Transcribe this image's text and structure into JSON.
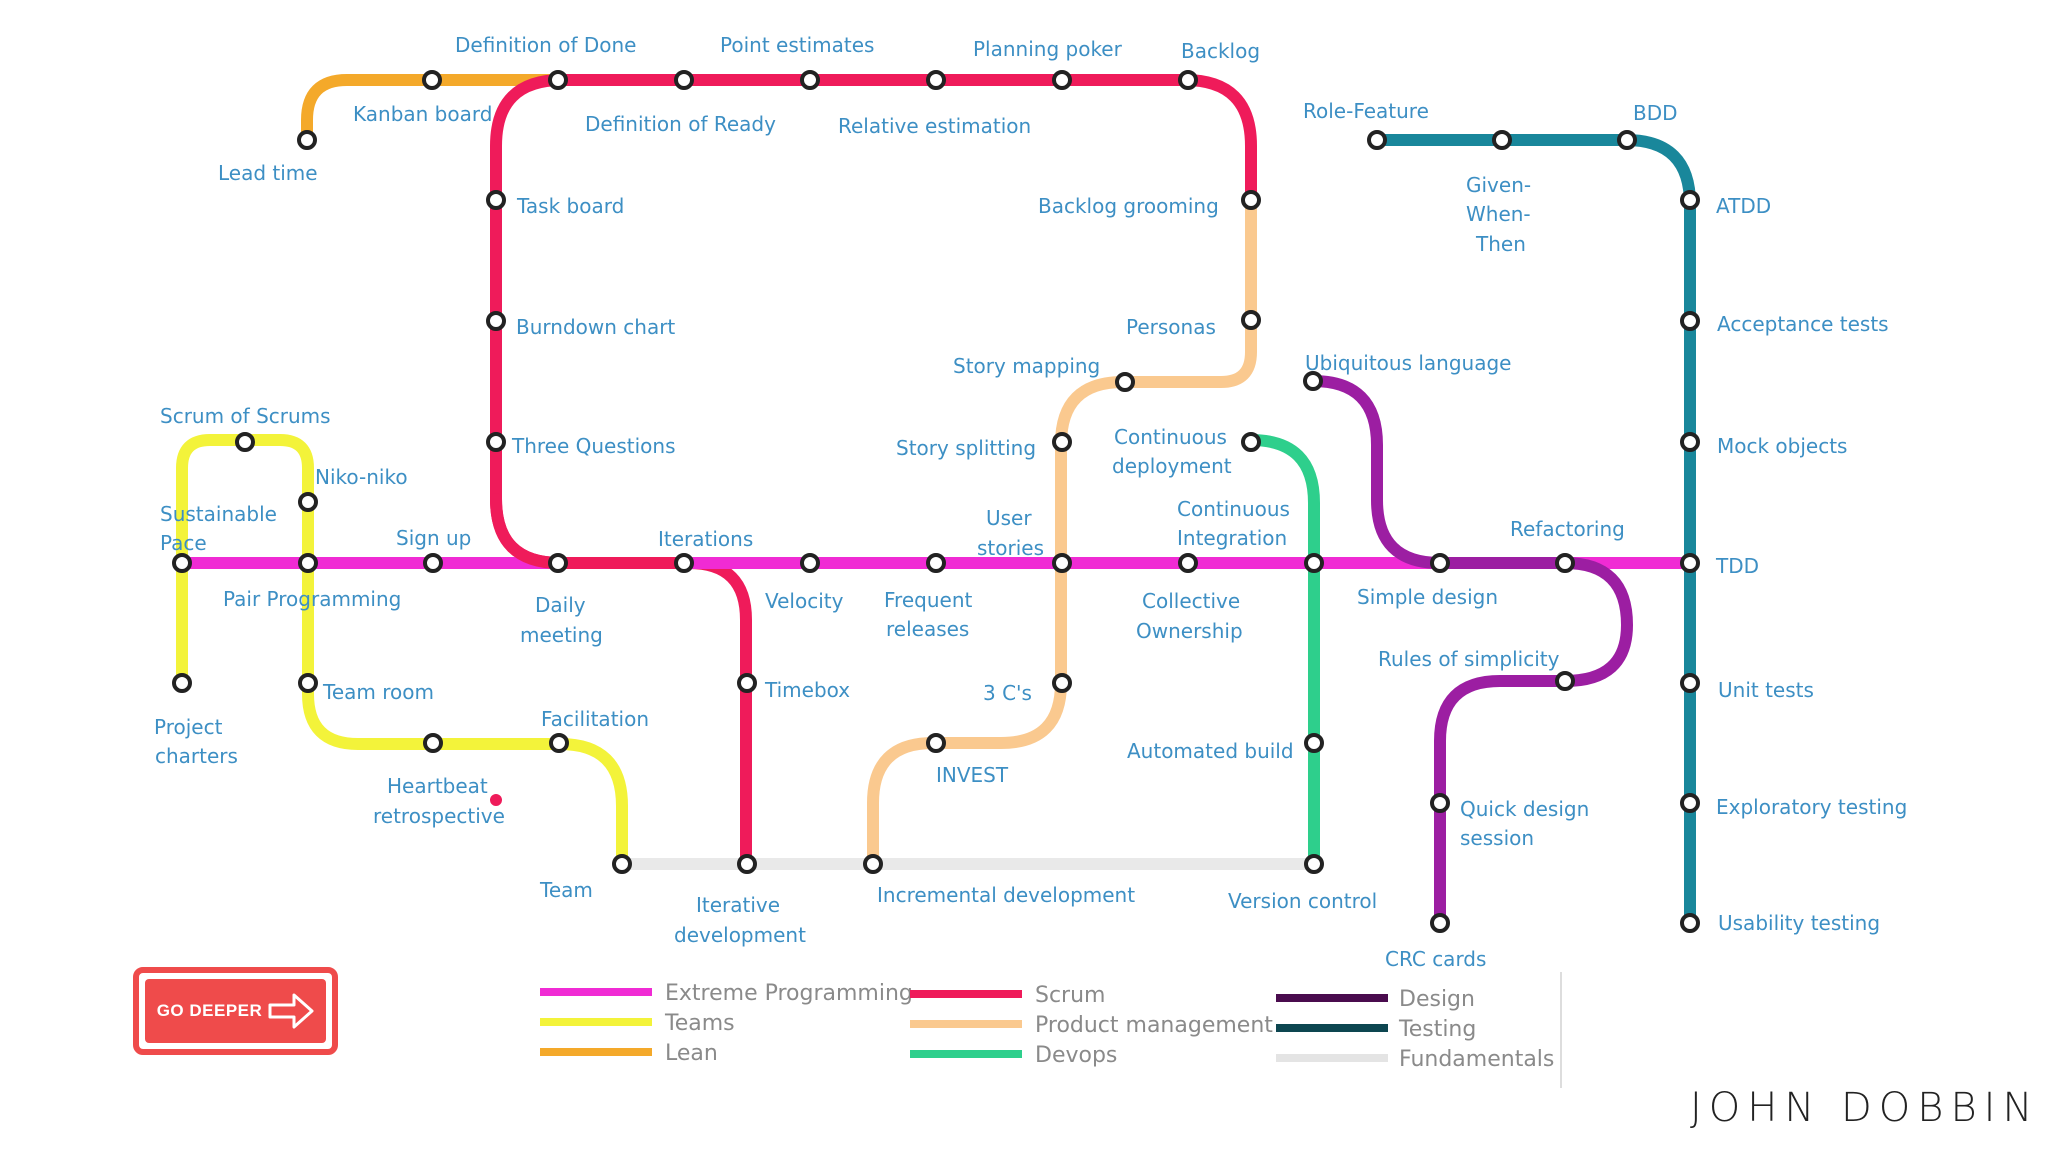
{
  "title": "",
  "author": "JOHN DOBBIN",
  "button": {
    "label": "GO DEEPER"
  },
  "colors": {
    "extreme_programming": "#f02bd4",
    "teams": "#f3f33a",
    "lean": "#f4a92a",
    "scrum": "#ef1b5a",
    "product_management": "#fac98f",
    "devops": "#2ecf8c",
    "design": "#9c1ea2",
    "testing": "#19879b",
    "fundamentals": "#e9e9e9"
  },
  "legend": [
    {
      "name": "Extreme Programming",
      "color": "#f02bd4"
    },
    {
      "name": "Teams",
      "color": "#f3f33a"
    },
    {
      "name": "Lean",
      "color": "#f4a92a"
    },
    {
      "name": "Scrum",
      "color": "#ef1b5a"
    },
    {
      "name": "Product management",
      "color": "#fac98f"
    },
    {
      "name": "Devops",
      "color": "#2ecf8c"
    },
    {
      "name": "Design",
      "color": "#4a0c4e"
    },
    {
      "name": "Testing",
      "color": "#0d4650"
    },
    {
      "name": "Fundamentals",
      "color": "#e4e4e4"
    }
  ],
  "stations": [
    "Definition of Done",
    "Point estimates",
    "Planning poker",
    "Backlog",
    "Kanban board",
    "Lead time",
    "Definition of Ready",
    "Relative estimation",
    "Role-Feature",
    "BDD",
    "Given-",
    "When-",
    "Then",
    "ATDD",
    "Task board",
    "Backlog grooming",
    "Burndown chart",
    "Personas",
    "Acceptance tests",
    "Story mapping",
    "Ubiquitous language",
    "Scrum of Scrums",
    "Three Questions",
    "Story splitting",
    "Continuous",
    "deployment",
    "Mock objects",
    "Niko-niko",
    "Sustainable",
    "Pace",
    "Sign up",
    "Iterations",
    "User",
    "stories",
    "Continuous",
    "Integration",
    "Refactoring",
    "TDD",
    "Pair Programming",
    "Daily",
    "meeting",
    "Velocity",
    "Frequent",
    "releases",
    "Collective",
    "Ownership",
    "Simple design",
    "Rules of simplicity",
    "Team room",
    "Timebox",
    "3 C's",
    "Unit tests",
    "Project",
    "charters",
    "Facilitation",
    "Automated build",
    "Heartbeat",
    "retrospective",
    "INVEST",
    "Quick design",
    "session",
    "Exploratory testing",
    "Team",
    "Iterative",
    "development",
    "Incremental development",
    "Version control",
    "Usability testing",
    "CRC cards"
  ]
}
